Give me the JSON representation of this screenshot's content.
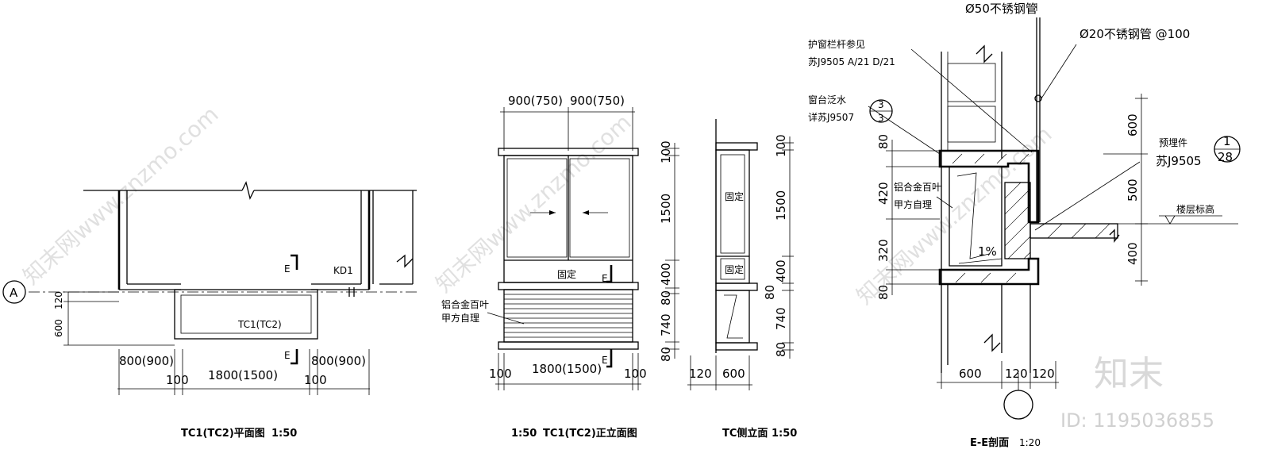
{
  "watermark": {
    "brand": "知末",
    "id_text": "ID: 1195036855",
    "diagonal": "知末网www.znzmo.com"
  },
  "plan": {
    "title": "TC1(TC2)平面图",
    "scale": "1:50",
    "axis": "A",
    "window_label": "TC1(TC2)",
    "kd_label": "KD1",
    "section_mark": "E",
    "dims_top": [
      "800(900)",
      "800(900)"
    ],
    "dims_bottom": [
      "100",
      "1800(1500)",
      "100"
    ],
    "dims_left": [
      "120",
      "600"
    ]
  },
  "front": {
    "title": "TC1(TC2)正立面图",
    "scale": "1:50",
    "dims_top": [
      "900(750)",
      "900(750)"
    ],
    "dims_right": [
      "100",
      "1500",
      "400",
      "80",
      "740",
      "80"
    ],
    "dims_bottom": [
      "100",
      "1800(1500)",
      "100"
    ],
    "fixed_label": "固定",
    "louver_note": [
      "铝合金百叶",
      "甲方自理"
    ],
    "section_mark": "E"
  },
  "side": {
    "title": "TC侧立面",
    "scale": "1:50",
    "fixed_labels": [
      "固定",
      "固定"
    ],
    "dims_right": [
      "100",
      "1500",
      "400",
      "80",
      "740",
      "80"
    ],
    "dims_bottom": [
      "120",
      "600"
    ]
  },
  "section": {
    "title": "E-E剖面",
    "scale": "1:20",
    "pipe_large": "Ø50不锈钢管",
    "pipe_small": "Ø20不锈钢管 @100",
    "rail_ref": [
      "护窗栏杆参见",
      "苏J9505 A/21 D/21"
    ],
    "sill_ref": [
      "窗台泛水",
      "详苏J9507"
    ],
    "sill_bubble": [
      "3",
      "3"
    ],
    "embed_ref": [
      "预埋件",
      "苏J9505"
    ],
    "embed_bubble": [
      "1",
      "28"
    ],
    "louver_note": [
      "铝合金百叶",
      "甲方自理"
    ],
    "floor_label": "楼层标高",
    "slope": "1%",
    "dims_left": [
      "80",
      "420",
      "320",
      "80"
    ],
    "dims_right": [
      "600",
      "500",
      "400"
    ],
    "dims_bottom": [
      "600",
      "120",
      "120"
    ]
  }
}
